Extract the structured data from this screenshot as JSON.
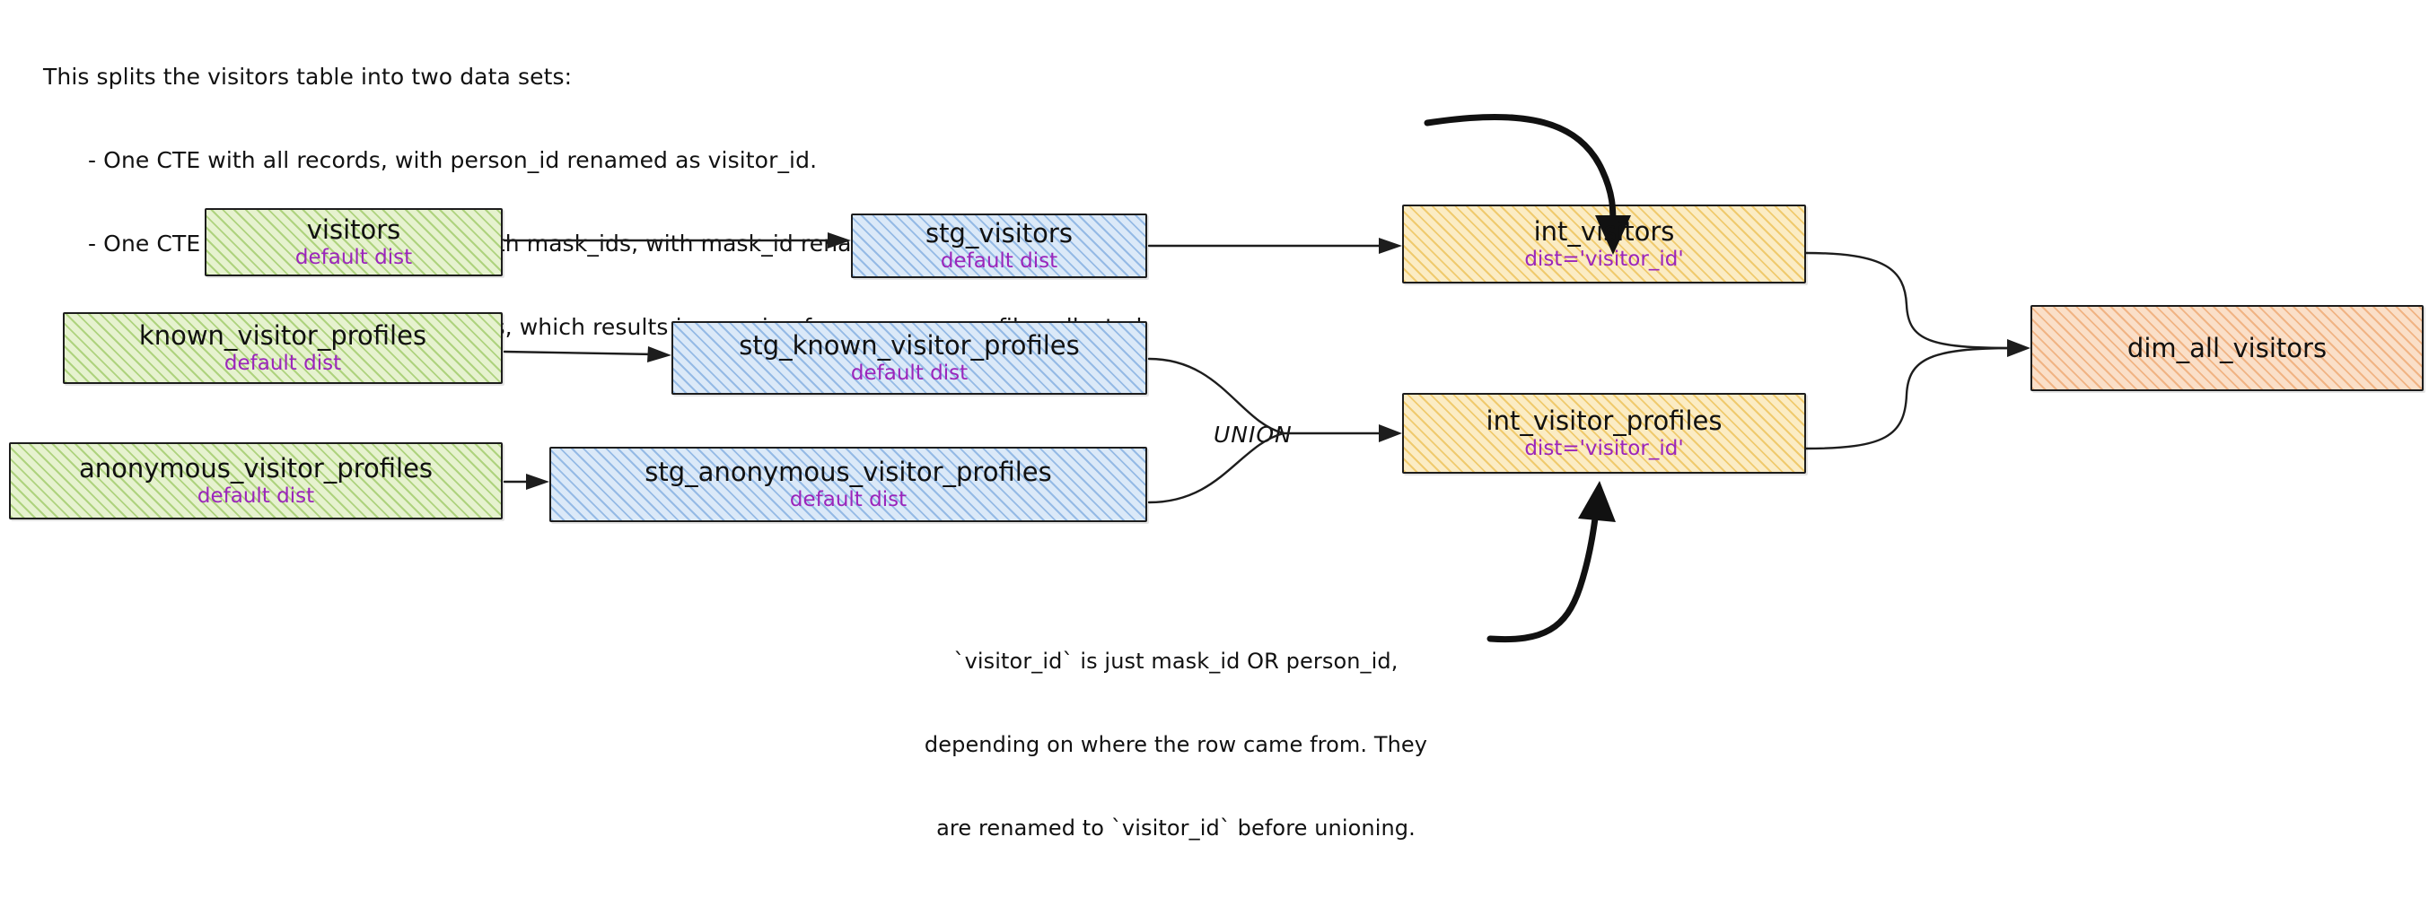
{
  "notes": {
    "top": {
      "name": "split-explanation-note",
      "lines": [
        "This splits the visitors table into two data sets:",
        "- One CTE with all records, with person_id renamed as visitor_id.",
        "- One CTE filtered to only records with mask_ids, with mask_id renamed as visitor_id",
        "- One CTE to union the two data sets, which results in a grain of one row per profile collected."
      ]
    },
    "bottom": {
      "name": "visitor-id-note",
      "lines": [
        "`visitor_id` is just mask_id OR person_id,",
        "depending on where the row came from. They",
        "are renamed to `visitor_id` before unioning."
      ]
    }
  },
  "labels": {
    "union": "UNION"
  },
  "colors": {
    "source": "#e6f2cf",
    "staging": "#dbe9f8",
    "intermediate": "#fbecc4",
    "dimension": "#fadfc8",
    "subtitle_text": "#9b25bb",
    "stroke": "#1d1d1d"
  },
  "nodes": {
    "visitors": {
      "title": "visitors",
      "subtitle": "default dist"
    },
    "known_visitor_profiles": {
      "title": "known_visitor_profiles",
      "subtitle": "default dist"
    },
    "anonymous_visitor_profiles": {
      "title": "anonymous_visitor_profiles",
      "subtitle": "default dist"
    },
    "stg_visitors": {
      "title": "stg_visitors",
      "subtitle": "default dist"
    },
    "stg_known_visitor_profiles": {
      "title": "stg_known_visitor_profiles",
      "subtitle": "default dist"
    },
    "stg_anonymous_visitor_profiles": {
      "title": "stg_anonymous_visitor_profiles",
      "subtitle": "default dist"
    },
    "int_visitors": {
      "title": "int_visitors",
      "subtitle": "dist='visitor_id'"
    },
    "int_visitor_profiles": {
      "title": "int_visitor_profiles",
      "subtitle": "dist='visitor_id'"
    },
    "dim_all_visitors": {
      "title": "dim_all_visitors",
      "subtitle": ""
    }
  }
}
